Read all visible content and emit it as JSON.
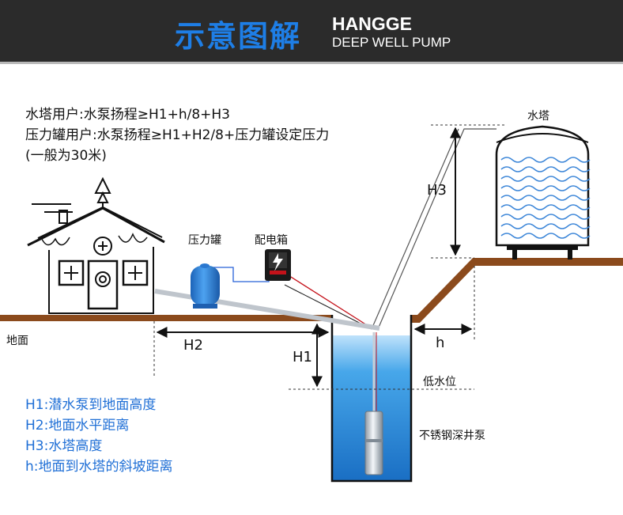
{
  "header": {
    "title": "示意图解",
    "brand": "HANGGE",
    "subtitle": "DEEP WELL PUMP"
  },
  "notes": {
    "line1": "水塔用户:水泵扬程≥H1+h/8+H3",
    "line2": "压力罐用户:水泵扬程≥H1+H2/8+压力罐设定压力",
    "line3": "(一般为30米)"
  },
  "labels": {
    "tower": "水塔",
    "pressure_tank": "压力罐",
    "control_box": "配电箱",
    "ground": "地面",
    "low_water": "低水位",
    "pump": "不锈钢深井泵"
  },
  "dimensions": {
    "h1": "H1",
    "h2": "H2",
    "h3": "H3",
    "h": "h"
  },
  "legend": [
    "H1:潜水泵到地面高度",
    "H2:地面水平距离",
    "H3:水塔高度",
    "h:地面到水塔的斜坡距离"
  ],
  "colors": {
    "ground": "#8b4a1c",
    "water": "#2a8fd6",
    "tank": "#2d7fd9",
    "legend_text": "#1f6fd6",
    "title_text": "#1e7ee6"
  }
}
